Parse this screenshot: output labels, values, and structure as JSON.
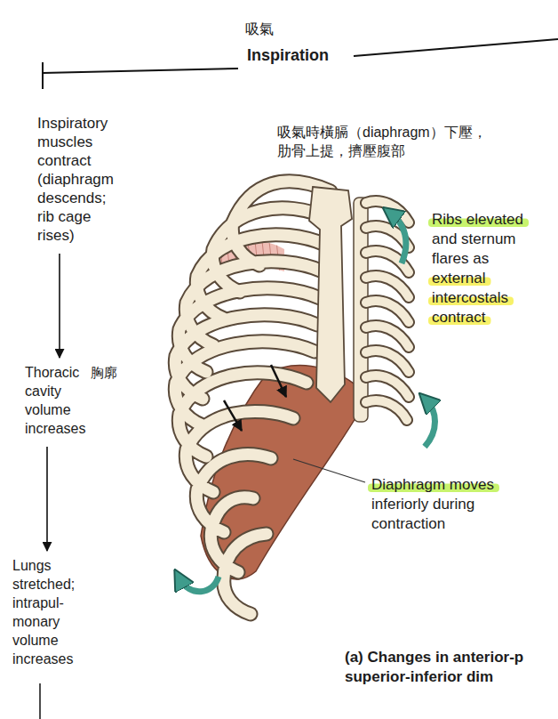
{
  "diagram": {
    "title": "Inspiration",
    "caption": "(a) Changes in anterior-p superior-inferior dim",
    "nodes": [
      {
        "text": [
          "Inspiratory muscles contract (diaphragm descends; rib cage rises)"
        ]
      },
      {
        "text": [
          "Thoracic cavity volume increases"
        ]
      },
      {
        "text": [
          "Lungs stretched; intrapul-monary volume increases"
        ]
      }
    ],
    "edges": [
      {
        "from": 0,
        "to": 1,
        "arrow": "to"
      },
      {
        "from": 1,
        "to": 2,
        "arrow": "to"
      }
    ],
    "labels": [
      "吸氣",
      "吸氣時橫膈（diaphragm）下壓， 肋骨上提，擠壓腹部",
      "胸廓",
      "Ribs elevated and sternum flares as external intercostals contract",
      "Diaphragm moves inferiorly during contraction"
    ]
  }
}
